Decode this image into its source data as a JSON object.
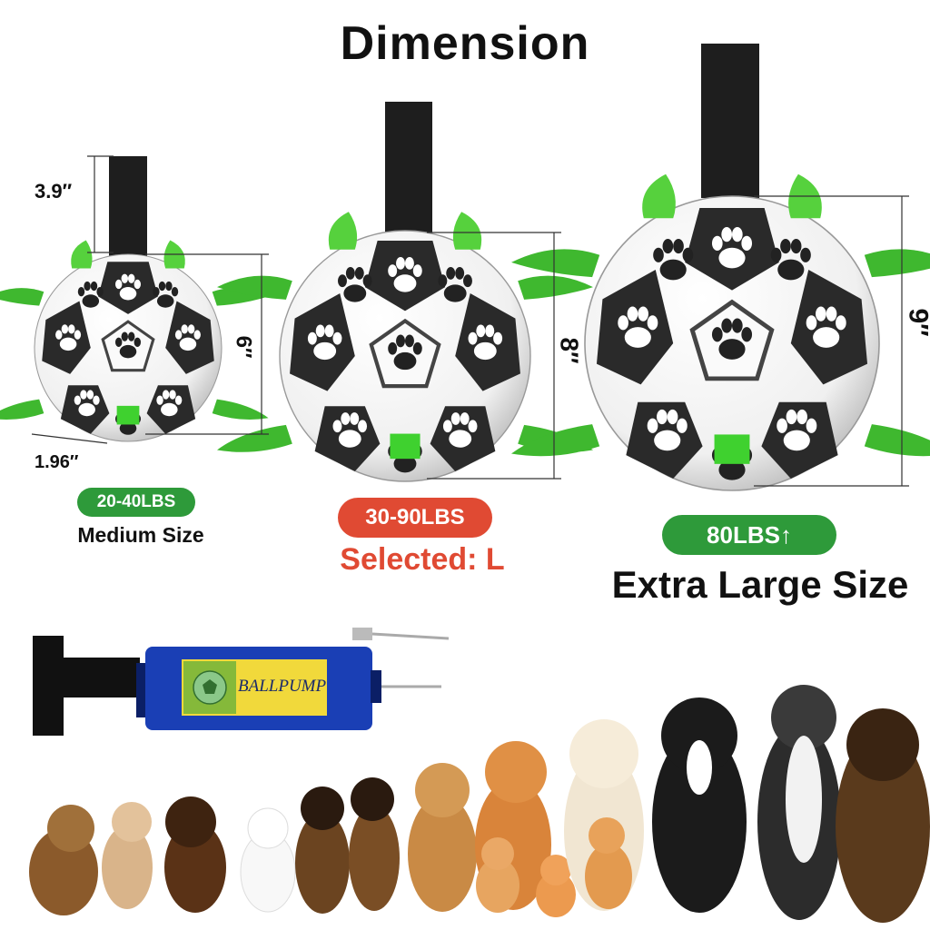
{
  "title": "Dimension",
  "sizes": [
    {
      "weight": "20-40LBS",
      "name": "Medium Size",
      "height": "6″",
      "strap": "3.9″",
      "strap_width": "1.96″",
      "pill_color": "#2e9a3a",
      "label_color": "#111111"
    },
    {
      "weight": "30-90LBS",
      "name": "Selected: L",
      "height": "8″",
      "pill_color": "#e04a33",
      "label_color": "#e04a33"
    },
    {
      "weight": "80LBS↑",
      "name": "Extra Large Size",
      "height": "9″",
      "pill_color": "#2e9a3a",
      "label_color": "#111111"
    }
  ],
  "pump": {
    "label": "BALLPUMP"
  },
  "icons": [
    "soccer-ball-icon",
    "paw-print-icon",
    "ball-pump-icon",
    "dog-icon",
    "cat-icon"
  ]
}
